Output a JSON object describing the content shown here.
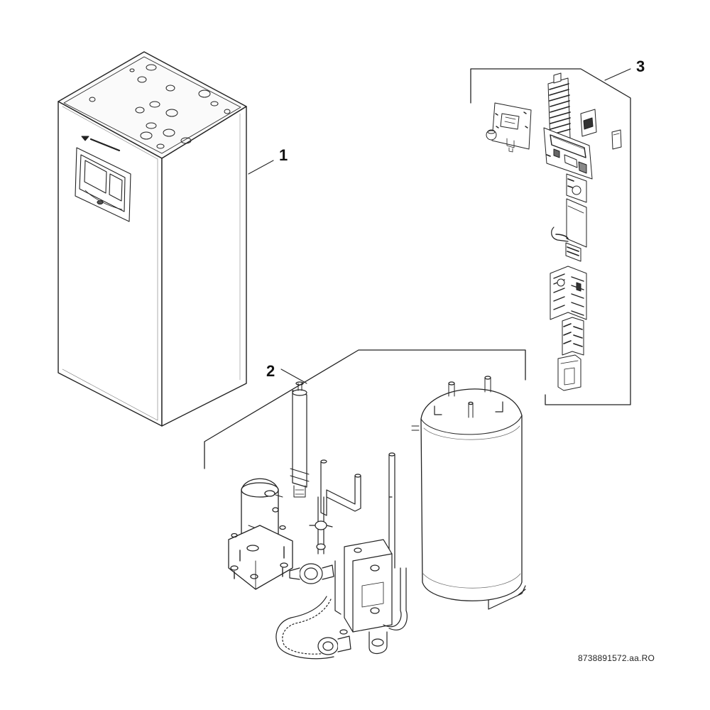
{
  "callouts": {
    "one": "1",
    "two": "2",
    "three": "3"
  },
  "reference_code": "8738891572.aa.RO"
}
